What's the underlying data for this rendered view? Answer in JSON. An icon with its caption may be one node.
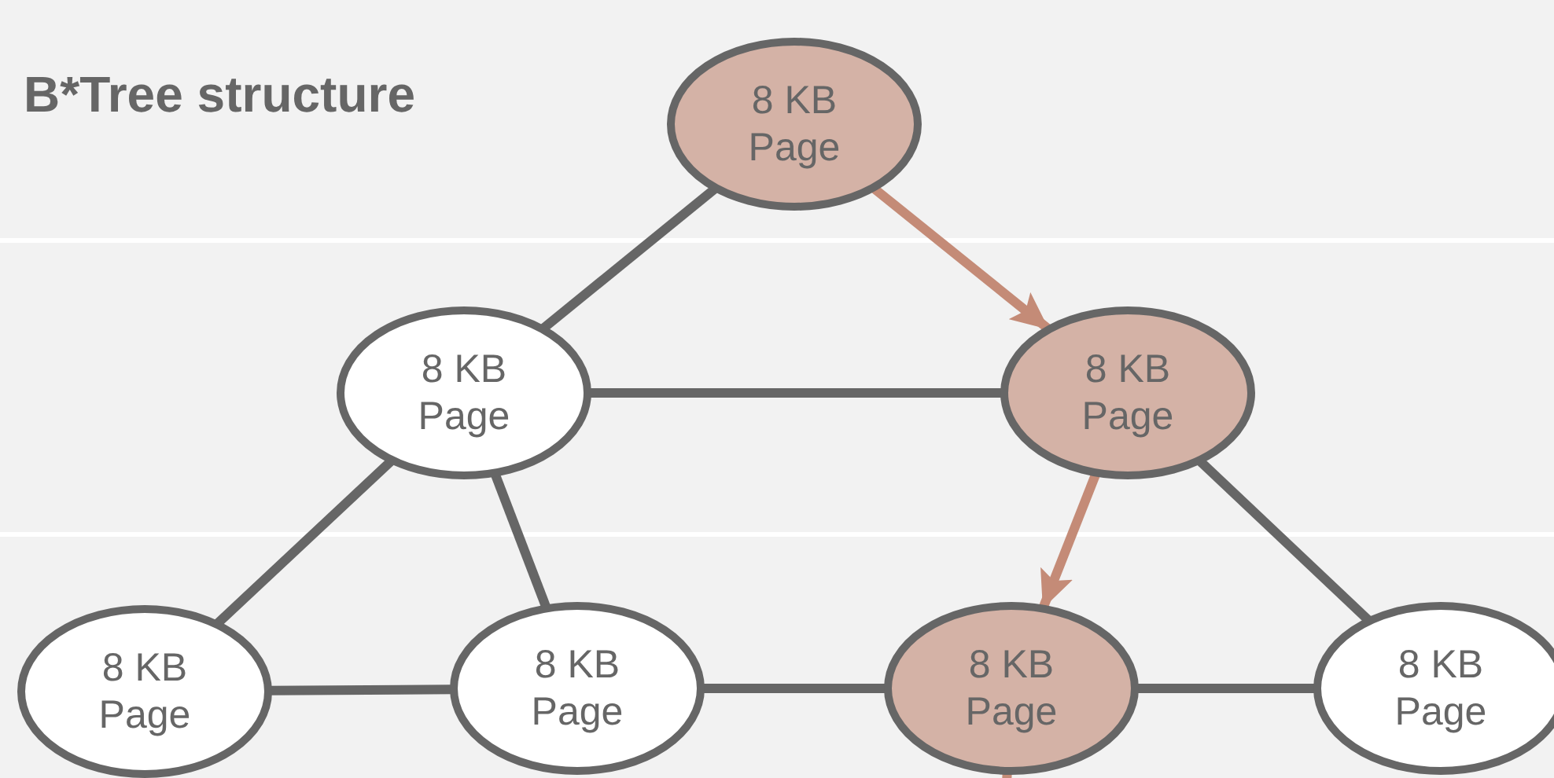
{
  "diagram": {
    "title": "B*Tree structure",
    "nodes": [
      {
        "text": [
          "8 KB Page"
        ]
      },
      {
        "text": [
          "8 KB Page"
        ]
      },
      {
        "text": [
          "8 KB Page"
        ]
      },
      {
        "text": [
          "8 KB Page"
        ]
      },
      {
        "text": [
          "8 KB Page"
        ]
      },
      {
        "text": [
          "8 KB Page"
        ]
      },
      {
        "text": [
          "8 KB Page"
        ]
      }
    ],
    "edges": [
      {
        "from": 0,
        "to": 1,
        "arrow": "none"
      },
      {
        "from": 0,
        "to": 2,
        "arrow": "to",
        "color": "#c48b77"
      },
      {
        "from": 1,
        "to": 2,
        "arrow": "none"
      },
      {
        "from": 1,
        "to": 3,
        "arrow": "none"
      },
      {
        "from": 1,
        "to": 4,
        "arrow": "none"
      },
      {
        "from": 2,
        "to": 5,
        "arrow": "to",
        "color": "#c48b77"
      },
      {
        "from": 2,
        "to": 6,
        "arrow": "none"
      },
      {
        "from": 3,
        "to": 4,
        "arrow": "none"
      },
      {
        "from": 4,
        "to": 5,
        "arrow": "none"
      },
      {
        "from": 5,
        "to": 6,
        "arrow": "none"
      },
      {
        "from": 5,
        "to": null,
        "arrow": "none",
        "color": "#c48b77"
      }
    ]
  }
}
